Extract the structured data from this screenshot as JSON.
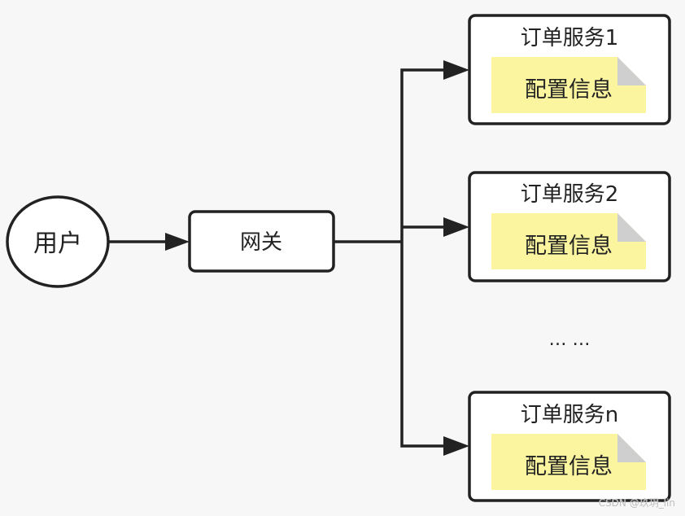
{
  "diagram": {
    "user": "用户",
    "gateway": "网关",
    "services": [
      {
        "title": "订单服务1",
        "note": "配置信息"
      },
      {
        "title": "订单服务2",
        "note": "配置信息"
      },
      {
        "title": "订单服务n",
        "note": "配置信息"
      }
    ],
    "ellipsis": "… …"
  },
  "watermark": "CSDN @玖玥_lin",
  "colors": {
    "stroke": "#222222",
    "note_fill": "#fbf5a0",
    "note_fold": "#cfcfcf",
    "background": "#f7f7f7"
  }
}
